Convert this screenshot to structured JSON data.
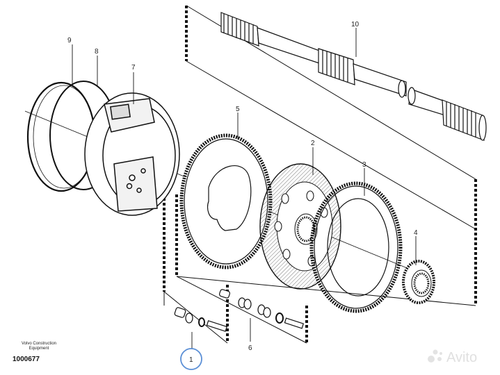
{
  "diagram": {
    "callouts": [
      {
        "id": "c1",
        "label": "1"
      },
      {
        "id": "c2",
        "label": "2"
      },
      {
        "id": "c3",
        "label": "3"
      },
      {
        "id": "c4",
        "label": "4"
      },
      {
        "id": "c5",
        "label": "5"
      },
      {
        "id": "c6",
        "label": "6"
      },
      {
        "id": "c7",
        "label": "7"
      },
      {
        "id": "c8",
        "label": "8"
      },
      {
        "id": "c9",
        "label": "9"
      },
      {
        "id": "c10",
        "label": "10"
      }
    ],
    "highlighted_callout": "1",
    "highlight_color": "#5b8fd6",
    "line_color": "#111111"
  },
  "footer": {
    "credit_line1": "Volvo Construction",
    "credit_line2": "Equipment",
    "drawing_number": "1000677"
  },
  "watermark": {
    "text": "Avito",
    "icon": "avito-logo-icon"
  }
}
